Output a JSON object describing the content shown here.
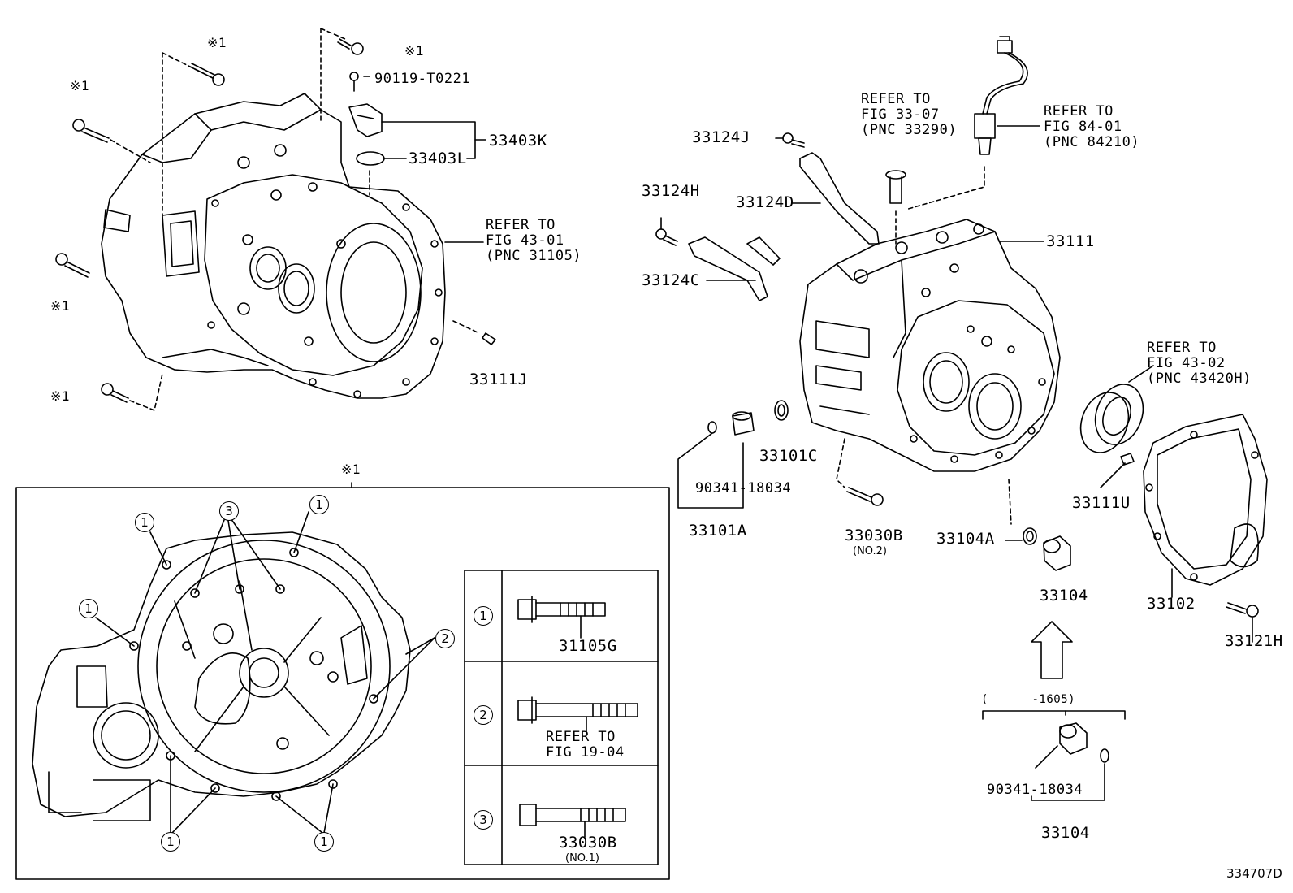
{
  "asterisk": "※1",
  "labels": {
    "p90119": "90119-T0221",
    "p33403K": "33403K",
    "p33403L": "33403L",
    "p33111J": "33111J",
    "p33124J": "33124J",
    "p33124H": "33124H",
    "p33124D": "33124D",
    "p33124C": "33124C",
    "p33111": "33111",
    "p33101C": "33101C",
    "p90341a": "90341-18034",
    "p33101A": "33101A",
    "p33030B": "33030B",
    "p33030B_note": "(NO.2)",
    "p33104A": "33104A",
    "p33104": "33104",
    "p33111U": "33111U",
    "p33102": "33102",
    "p33121H": "33121H",
    "p1605": "(      -1605)",
    "p90341b": "90341-18034",
    "p33104b": "33104",
    "fig_code": "334707D"
  },
  "refs": {
    "r1": "REFER TO\nFIG 43-01\n(PNC 31105)",
    "r2": "REFER TO\nFIG 33-07\n(PNC 33290)",
    "r3": "REFER TO\nFIG 84-01\n(PNC 84210)",
    "r4": "REFER TO\nFIG 43-02\n(PNC 43420H)"
  },
  "inset": {
    "title": "※1",
    "circle_1": "1",
    "circle_2": "2",
    "circle_3": "3",
    "legend": [
      {
        "num": "1",
        "part": "31105G",
        "note": ""
      },
      {
        "num": "2",
        "part": "REFER TO\nFIG 19-04",
        "note": ""
      },
      {
        "num": "3",
        "part": "33030B",
        "note": "(NO.1)"
      }
    ]
  }
}
